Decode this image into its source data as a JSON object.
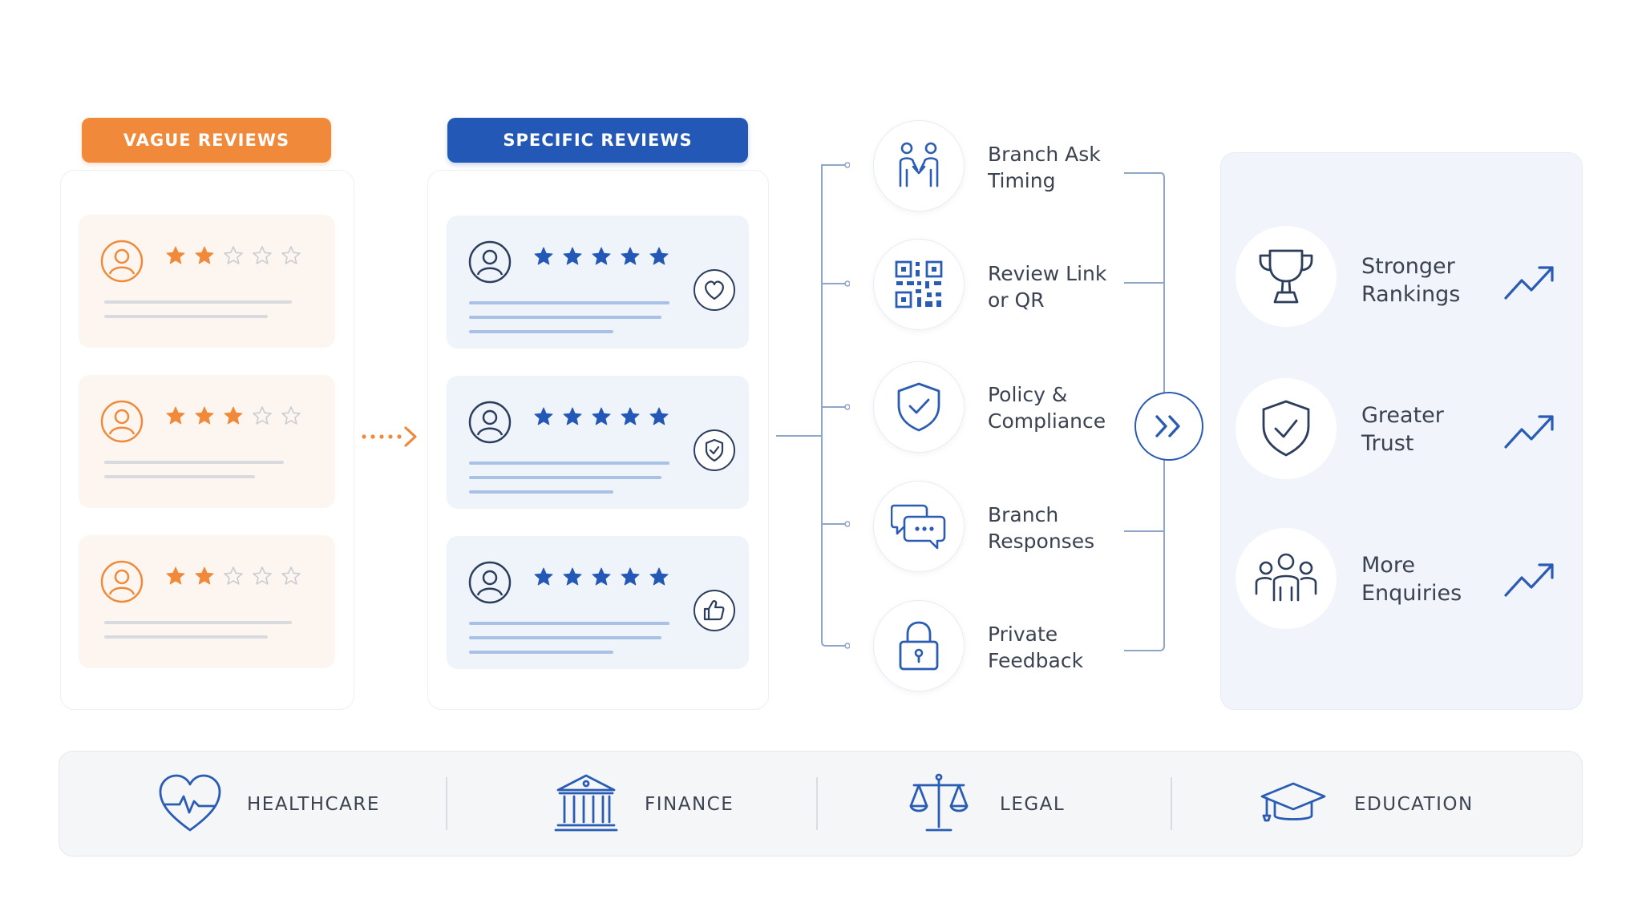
{
  "columns": {
    "vague_label": "VAGUE REVIEWS",
    "specific_label": "SPECIFIC REVIEWS"
  },
  "vague_reviews": [
    {
      "stars": 2
    },
    {
      "stars": 3
    },
    {
      "stars": 2
    }
  ],
  "specific_reviews": [
    {
      "stars": 5,
      "badge_icon": "heart-icon"
    },
    {
      "stars": 5,
      "badge_icon": "shield-check-icon"
    },
    {
      "stars": 5,
      "badge_icon": "thumbs-up-icon"
    }
  ],
  "steps": [
    {
      "label": "Branch Ask Timing",
      "icon": "handshake-icon"
    },
    {
      "label": "Review Link or QR",
      "icon": "qr-code-icon"
    },
    {
      "label": "Policy & Compliance",
      "icon": "shield-check-icon"
    },
    {
      "label": "Branch Responses",
      "icon": "chat-bubbles-icon"
    },
    {
      "label": "Private Feedback",
      "icon": "lock-icon"
    }
  ],
  "outcomes": [
    {
      "label": "Stronger Rankings",
      "icon": "trophy-icon",
      "trend_icon": "trend-up-icon"
    },
    {
      "label": "Greater Trust",
      "icon": "shield-check-icon",
      "trend_icon": "trend-up-icon"
    },
    {
      "label": "More Enquiries",
      "icon": "people-group-icon",
      "trend_icon": "trend-up-icon"
    }
  ],
  "sectors": [
    {
      "label": "HEALTHCARE",
      "icon": "heart-pulse-icon"
    },
    {
      "label": "FINANCE",
      "icon": "bank-icon"
    },
    {
      "label": "LEGAL",
      "icon": "scales-icon"
    },
    {
      "label": "EDUCATION",
      "icon": "graduation-cap-icon"
    }
  ],
  "colors": {
    "orange": "#f08a3a",
    "blue": "#2358b7",
    "icon_blue": "#2a5cb3",
    "text": "#3b4250",
    "star_empty": "#c9ccd2"
  }
}
